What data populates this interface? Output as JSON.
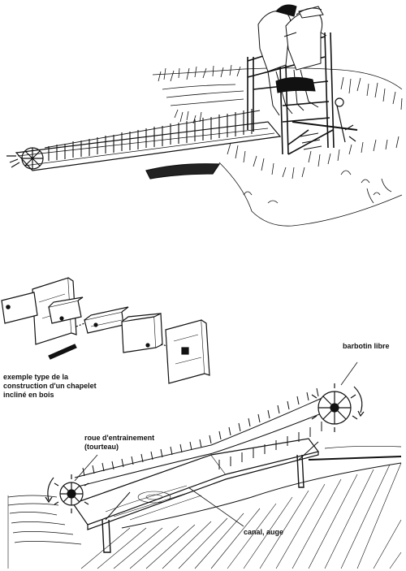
{
  "labels": {
    "construction": {
      "lines": [
        "exemple type de la",
        "construction d'un chapelet",
        "incliné en bois"
      ]
    },
    "barbotin": "barbotin libre",
    "roue": {
      "lines": [
        "roue d'entrainement",
        "(tourteau)"
      ]
    },
    "canal": "canal, auge"
  },
  "colors": {
    "ink": "#111111",
    "paper": "#ffffff"
  }
}
